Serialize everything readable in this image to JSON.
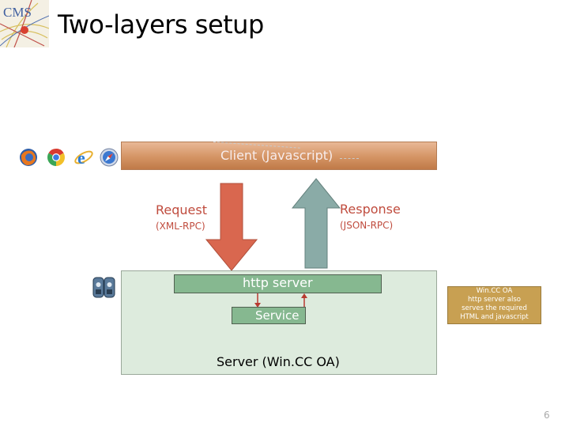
{
  "title": "Two-layers setup",
  "logo_text": "CMS",
  "client_label": "Client (Javascript)",
  "request": {
    "label": "Request",
    "sub": "(XML-RPC)"
  },
  "response": {
    "label": "Response",
    "sub": "(JSON-RPC)"
  },
  "http_server_label": "http server",
  "service_label": "Service",
  "server_label": "Server (Win.CC OA)",
  "note_lines": [
    "Win.CC OA",
    "http server also",
    "serves the required",
    "HTML and javascript"
  ],
  "page_number": "6",
  "icons": [
    "firefox-icon",
    "chrome-icon",
    "internet-explorer-icon",
    "safari-icon",
    "server-icon"
  ],
  "colors": {
    "client_bar": "#d49464",
    "request_arrow": "#d9674f",
    "response_arrow": "#8aaba7",
    "server_box": "#ddebdd",
    "inner_box": "#86b890",
    "note_box": "#c8a052",
    "label_red": "#c04c3e"
  }
}
